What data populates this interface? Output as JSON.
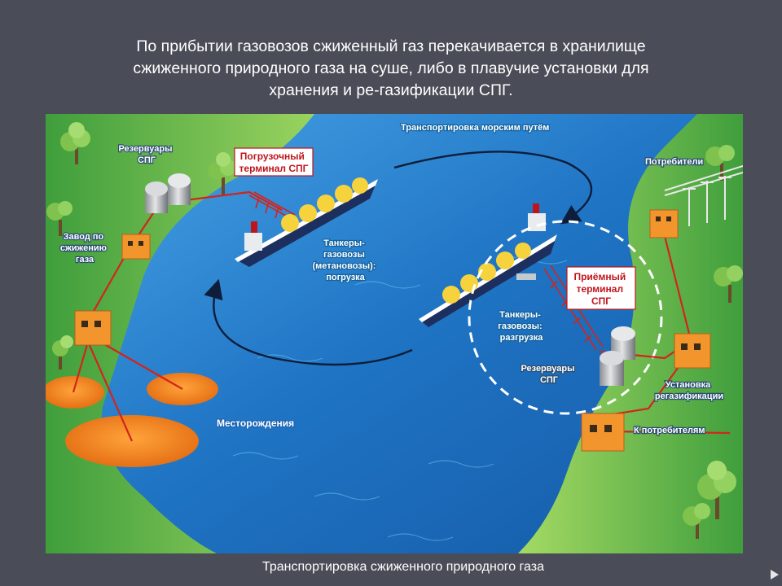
{
  "slide": {
    "title_lines": [
      "По прибытии газовозов сжиженный газ перекачивается в хранилище",
      "сжиженного природного газа на суше, либо в плавучие установки для",
      "хранения и ре-газификации СПГ."
    ],
    "caption": "Транспортировка сжиженного природного газа"
  },
  "diagram": {
    "sea_route": "Транспортировка морским путём",
    "tanks_left": [
      "Резервуары",
      "СПГ"
    ],
    "loading_terminal": [
      "Погрузочный",
      "терминал СПГ"
    ],
    "liquefaction_plant": [
      "Завод по",
      "сжижению",
      "газа"
    ],
    "tankers_loading": [
      "Танкеры-",
      "газовозы",
      "(метановозы):",
      "погрузка"
    ],
    "fields": "Месторождения",
    "consumers": "Потребители",
    "receiving_terminal": [
      "Приёмный",
      "терминал",
      "СПГ"
    ],
    "tankers_unloading": [
      "Танкеры-",
      "газовозы:",
      "разгрузка"
    ],
    "tanks_right": [
      "Резервуары",
      "СПГ"
    ],
    "regas_plant": [
      "Установка",
      "регазификации"
    ],
    "to_consumers": "К потребителям"
  },
  "colors": {
    "background": "#4a4d57",
    "sea": "#1f74c4",
    "land": "#5cb84a",
    "building": "#f2952d",
    "pipeline": "#d3241c",
    "terminal_label": "#c0141b",
    "hull": "#1c2f5e",
    "lng_dome": "#f6d33c"
  },
  "icons": [
    "tree-icon",
    "tank-icon",
    "building-icon",
    "ship-icon",
    "power-pylon-icon",
    "bullet-arrow-icon"
  ]
}
